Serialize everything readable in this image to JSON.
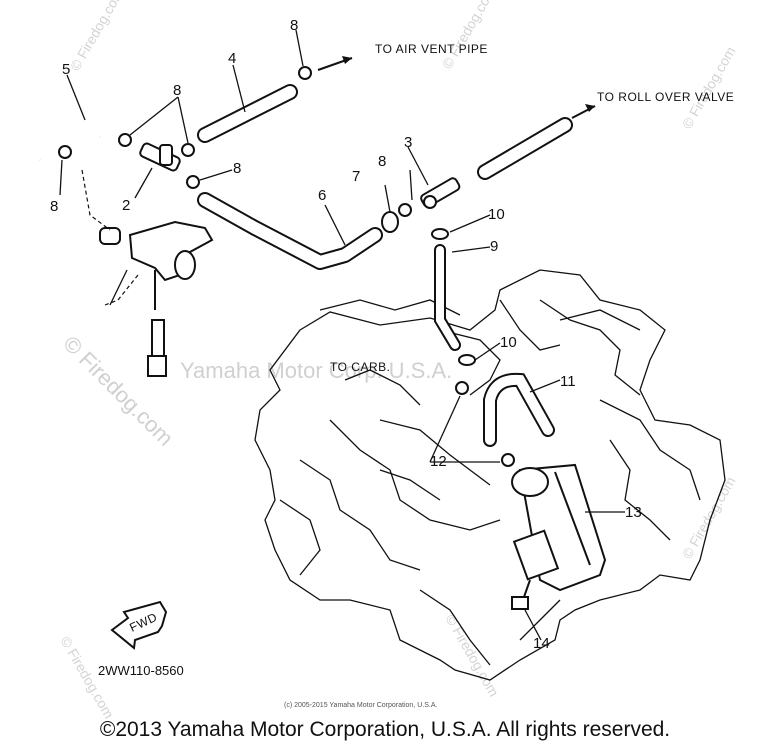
{
  "parts": [
    {
      "number": "2",
      "color": "#111111"
    },
    {
      "number": "3"
    },
    {
      "number": "4"
    },
    {
      "number": "5"
    },
    {
      "number": "6"
    },
    {
      "number": "7"
    },
    {
      "number": "8"
    },
    {
      "number": "9"
    },
    {
      "number": "10"
    },
    {
      "number": "11"
    },
    {
      "number": "12"
    },
    {
      "number": "13"
    },
    {
      "number": "14"
    }
  ],
  "notes": {
    "air_vent": "TO AIR VENT PIPE",
    "roll_over": "TO ROLL OVER VALVE",
    "carb": "TO CARB."
  },
  "fwd_label": "FWD",
  "diagram_code": "2WW110-8560",
  "watermarks": {
    "site": "© Firedog.com",
    "site_short": "© Firedog.com",
    "center": "Yamaha Motor Corp. U.S.A."
  },
  "small_copyright": "(c) 2005-2015 Yamaha Motor Corporation, U.S.A.",
  "footer_copyright": "©2013 Yamaha Motor Corporation, U.S.A. All rights reserved."
}
